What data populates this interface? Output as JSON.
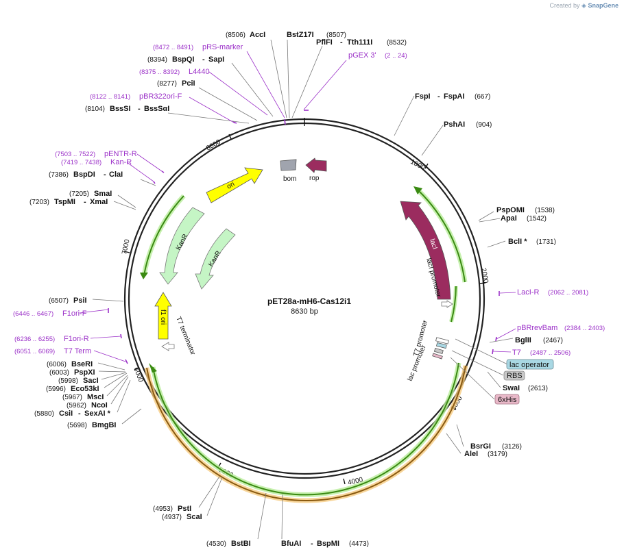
{
  "credit": {
    "prefix": "Created by",
    "brand": "SnapGene"
  },
  "plasmid": {
    "name": "pET28a-mH6-Cas12i1",
    "length_label": "8630 bp",
    "length": 8630
  },
  "ticks": [
    {
      "pos": 1000,
      "label": "1000"
    },
    {
      "pos": 2000,
      "label": "2000"
    },
    {
      "pos": 3000,
      "label": "3000"
    },
    {
      "pos": 4000,
      "label": "4000"
    },
    {
      "pos": 5000,
      "label": "5000"
    },
    {
      "pos": 6000,
      "label": "6000"
    },
    {
      "pos": 7000,
      "label": "7000"
    },
    {
      "pos": 8000,
      "label": "8000"
    }
  ],
  "enzymes": [
    {
      "name": "AccI",
      "pos": "(8506)"
    },
    {
      "name": "BstZ17I",
      "pos": "(8507)"
    },
    {
      "name": "PflFI",
      "name2": "Tth111I",
      "pos": "(8532)"
    },
    {
      "name": "BspQI",
      "name2": "SapI",
      "pos": "(8394)"
    },
    {
      "name": "PciI",
      "pos": "(8277)"
    },
    {
      "name": "BssSI",
      "name2": "BssSαI",
      "pos": "(8104)"
    },
    {
      "name": "BspDI",
      "name2": "ClaI",
      "pos": "(7386)"
    },
    {
      "name": "SmaI",
      "pos": "(7205)"
    },
    {
      "name": "TspMI",
      "name2": "XmaI",
      "pos": "(7203)"
    },
    {
      "name": "PsiI",
      "pos": "(6507)"
    },
    {
      "name": "BseRI",
      "pos": "(6006)"
    },
    {
      "name": "PspXI",
      "pos": "(6003)"
    },
    {
      "name": "SacI",
      "pos": "(5998)"
    },
    {
      "name": "Eco53kI",
      "pos": "(5996)"
    },
    {
      "name": "MscI",
      "pos": "(5967)"
    },
    {
      "name": "NcoI",
      "pos": "(5962)"
    },
    {
      "name": "CsiI",
      "name2": "SexAI *",
      "pos": "(5880)"
    },
    {
      "name": "BmgBI",
      "pos": "(5698)"
    },
    {
      "name": "PstI",
      "pos": "(4953)"
    },
    {
      "name": "ScaI",
      "pos": "(4937)"
    },
    {
      "name": "BstBI",
      "pos": "(4530)"
    },
    {
      "name": "BfuAI",
      "name2": "BspMI",
      "pos": "(4473)"
    },
    {
      "name": "FspI",
      "name2": "FspAI",
      "pos": "(667)"
    },
    {
      "name": "PshAI",
      "pos": "(904)"
    },
    {
      "name": "PspOMI",
      "pos": "(1538)"
    },
    {
      "name": "ApaI",
      "pos": "(1542)"
    },
    {
      "name": "BclI *",
      "pos": "(1731)"
    },
    {
      "name": "BglII",
      "pos": "(2467)"
    },
    {
      "name": "SwaI",
      "pos": "(2613)"
    },
    {
      "name": "BsrGI",
      "pos": "(3126)"
    },
    {
      "name": "AleI",
      "pos": "(3179)"
    }
  ],
  "primers": [
    {
      "name": "pRS-marker",
      "range": "(8472 .. 8491)"
    },
    {
      "name": "L4440",
      "range": "(8375 .. 8392)"
    },
    {
      "name": "pBR322ori-F",
      "range": "(8122 .. 8141)"
    },
    {
      "name": "pGEX 3'",
      "range": "(2 .. 24)"
    },
    {
      "name": "pENTR-R",
      "range": "(7503 .. 7522)"
    },
    {
      "name": "Kan-R",
      "range": "(7419 .. 7438)"
    },
    {
      "name": "F1ori-F",
      "range": "(6446 .. 6467)"
    },
    {
      "name": "F1ori-R",
      "range": "(6236 .. 6255)"
    },
    {
      "name": "T7 Term",
      "range": "(6051 .. 6069)"
    },
    {
      "name": "LacI-R",
      "range": "(2062 .. 2081)"
    },
    {
      "name": "pBRrevBam",
      "range": "(2384 .. 2403)"
    },
    {
      "name": "T7",
      "range": "(2487 .. 2506)"
    }
  ],
  "features": {
    "bom": "bom",
    "rop": "rop",
    "ori": "ori",
    "kanr1": "KanR",
    "kanr2": "KanR",
    "f1ori": "f1 ori",
    "t7term": "T7 terminator",
    "laci": "lacI",
    "laci_promoter": "lacI promoter",
    "t7_promoter": "T7 promoter",
    "lac_promoter": "lac promoter",
    "lac_operator": "lac operator",
    "rbs": "RBS",
    "his": "6xHis"
  },
  "colors": {
    "backbone": "#222222",
    "ori": "#ffff00",
    "kanr": "#c5f5c5",
    "laci": "#9b2c5f",
    "cds_highlight": "#7bd34f",
    "insert_highlight": "#f5b042",
    "primer": "#9b30c8",
    "lac_operator": "#a9d8e4",
    "rbs": "#c8c8c8",
    "his": "#e8b8c8",
    "bom": "#a0a4ae"
  }
}
